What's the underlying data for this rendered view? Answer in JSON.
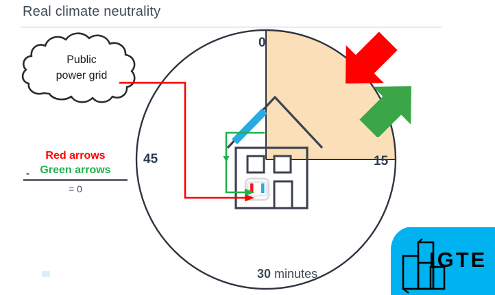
{
  "title": "Real climate neutrality",
  "equation": {
    "red_label": "Red arrows",
    "minus_sign": "-",
    "green_label": "Green arrows",
    "result": "= 0",
    "red_color": "#ff0000",
    "green_color": "#22b14c"
  },
  "cloud": {
    "line1": "Public",
    "line2": "power grid"
  },
  "clock": {
    "tick_top": "0",
    "tick_right": "15",
    "tick_left": "45",
    "tick_bottom_value": "30",
    "tick_bottom_unit": "minutes",
    "shaded_wedge_color": "#fadfb8",
    "outline_color": "#2e3440"
  },
  "house": {
    "solar_panel_color": "#29abe2",
    "outline_color": "#3b434e",
    "meter_red_bar_color": "#ed1c24",
    "meter_blue_bar_color": "#29abe2"
  },
  "arrows": {
    "import_arrow_color": "#ff0000",
    "export_arrow_color": "#3aa648",
    "import_arrow_name": "red-arrow-inbound",
    "export_arrow_name": "green-arrow-outbound"
  },
  "wires": {
    "grid_wire_color": "#ff0000",
    "solar_wire_color": "#22b14c"
  },
  "logo": {
    "text": "IGTE",
    "panel_color": "#00b3f0",
    "mark_color": "#000000"
  },
  "icons": {
    "cloud": "cloud-icon",
    "house": "house-icon",
    "solar_panel": "solar-panel-icon",
    "meter": "electricity-meter-icon"
  }
}
